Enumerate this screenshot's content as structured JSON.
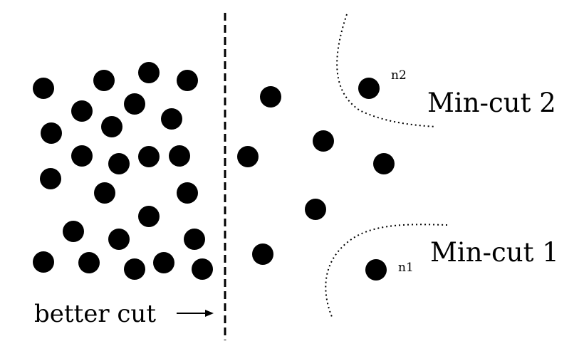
{
  "labels": {
    "min_cut_1": "Min-cut 1",
    "min_cut_2": "Min-cut 2",
    "node_n1": "n1",
    "node_n2": "n2",
    "better_cut": "better cut"
  },
  "colors": {
    "node": "#000000",
    "line": "#000000",
    "background": "#ffffff"
  }
}
